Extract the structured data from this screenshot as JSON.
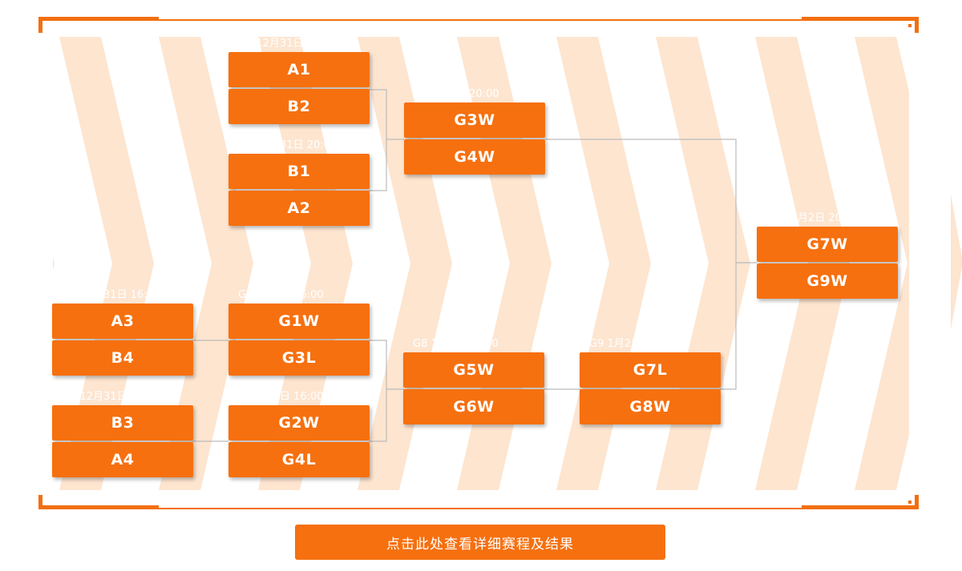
{
  "colors": {
    "accent": "#f26f0f",
    "team_block": "#f6700f",
    "stripe": "#fde5d0",
    "connector": "#bbbbbb",
    "text": "#ffffff"
  },
  "bracket": {
    "matches": [
      {
        "id": "g3",
        "time": "G3  12月31日 20:00",
        "teams": [
          "A1",
          "B2"
        ]
      },
      {
        "id": "g4",
        "time": "G4  12月31日 20:00",
        "teams": [
          "B1",
          "A2"
        ]
      },
      {
        "id": "g7",
        "time": "G7  1月1日 20:00",
        "teams": [
          "G3W",
          "G4W"
        ]
      },
      {
        "id": "g10",
        "time": "G10  1月2日 20:00",
        "teams": [
          "G7W",
          "G9W"
        ]
      },
      {
        "id": "g1",
        "time": "G1  12月31日 16:00",
        "teams": [
          "A3",
          "B4"
        ]
      },
      {
        "id": "g5",
        "time": "G5  1月1日 16:00",
        "teams": [
          "G1W",
          "G3L"
        ]
      },
      {
        "id": "g2",
        "time": "G2  12月31日 16:00",
        "teams": [
          "B3",
          "A4"
        ]
      },
      {
        "id": "g6",
        "time": "G6  1月1日 16:00",
        "teams": [
          "G2W",
          "G4L"
        ]
      },
      {
        "id": "g8",
        "time": "G8  1月1日 22:00",
        "teams": [
          "G5W",
          "G6W"
        ]
      },
      {
        "id": "g9",
        "time": "G9  1月2日 16:00",
        "teams": [
          "G7L",
          "G8W"
        ]
      }
    ]
  },
  "footer": {
    "details_label": "点击此处查看详细赛程及结果"
  }
}
